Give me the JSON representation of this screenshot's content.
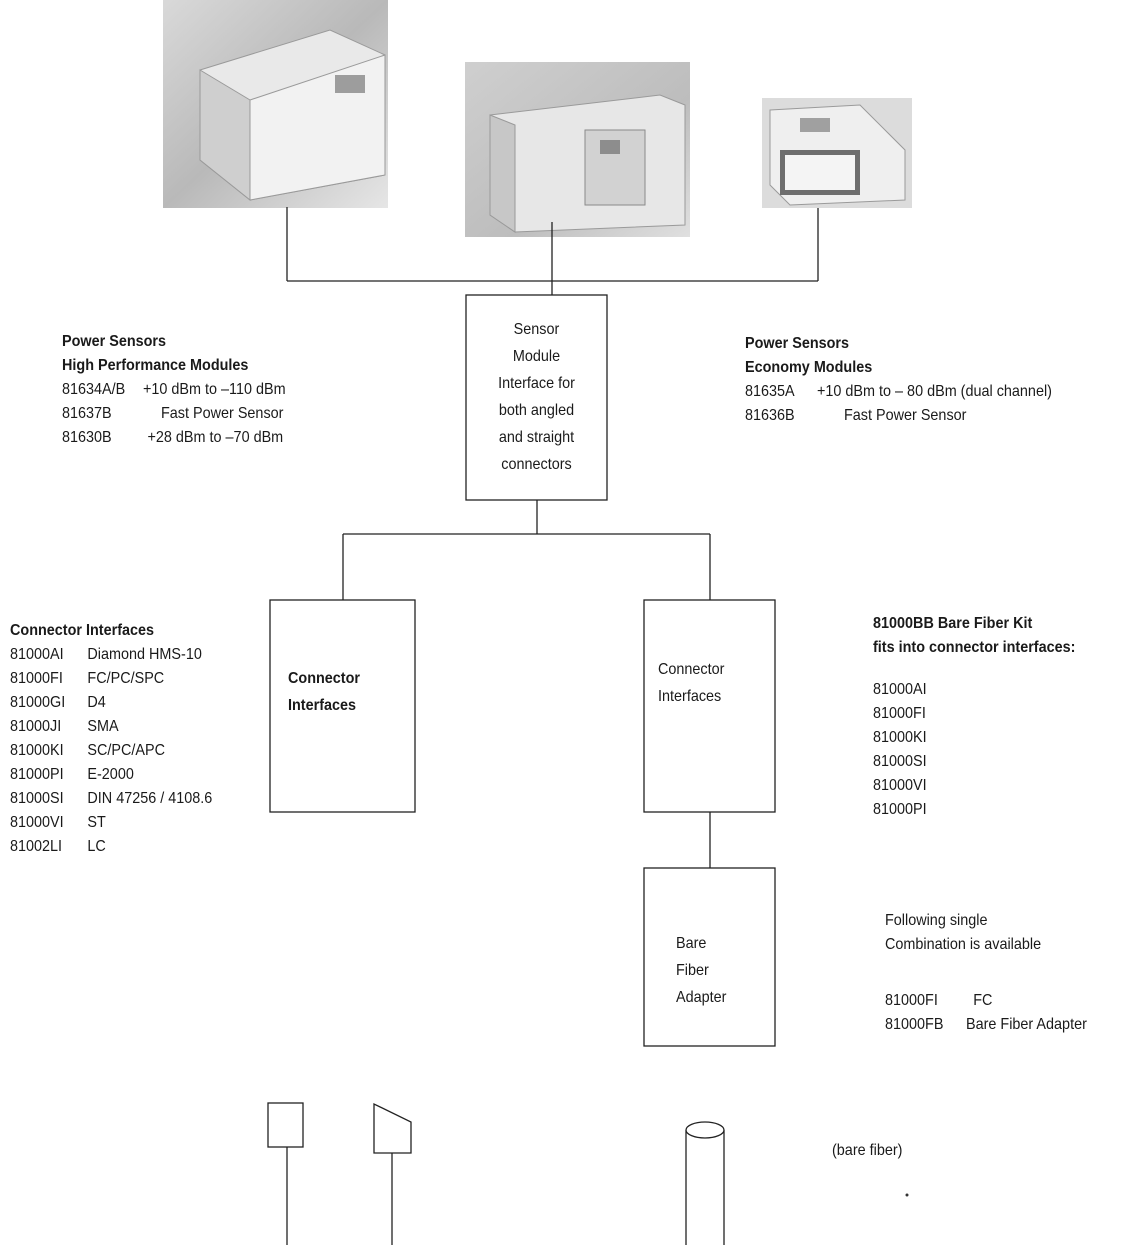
{
  "instruments": {
    "left": "instrument-photo",
    "middle": "instrument-photo",
    "right": "instrument-photo"
  },
  "sensor_module_box": {
    "lines": [
      "Sensor",
      "Module",
      "Interface for",
      "both angled",
      "and straight",
      "connectors"
    ]
  },
  "power_sensors_high": {
    "title_line1": "Power Sensors",
    "title_line2": "High Performance Modules",
    "rows": [
      {
        "model": "81634A/B",
        "desc": "+10 dBm to –110 dBm"
      },
      {
        "model": "81637B",
        "desc": "Fast Power Sensor"
      },
      {
        "model": "81630B",
        "desc": "+28 dBm to –70 dBm"
      }
    ]
  },
  "power_sensors_economy": {
    "title_line1": "Power Sensors",
    "title_line2": "Economy Modules",
    "rows": [
      {
        "model": "81635A",
        "desc": "+10 dBm to – 80 dBm (dual channel)"
      },
      {
        "model": "81636B",
        "desc": "Fast Power Sensor"
      }
    ]
  },
  "connector_interfaces_list": {
    "title": "Connector Interfaces",
    "rows": [
      {
        "code": "81000AI",
        "name": "Diamond HMS-10"
      },
      {
        "code": "81000FI",
        "name": "FC/PC/SPC"
      },
      {
        "code": "81000GI",
        "name": "D4"
      },
      {
        "code": "81000JI",
        "name": "SMA"
      },
      {
        "code": "81000KI",
        "name": "SC/PC/APC"
      },
      {
        "code": "81000PI",
        "name": "E-2000"
      },
      {
        "code": "81000SI",
        "name": "DIN 47256 / 4108.6"
      },
      {
        "code": "81000VI",
        "name": "ST"
      },
      {
        "code": "81002LI",
        "name": "LC"
      }
    ]
  },
  "left_connector_box": {
    "lines": [
      "Connector",
      "Interfaces"
    ]
  },
  "right_connector_box": {
    "lines": [
      "Connector",
      "Interfaces"
    ]
  },
  "bare_fiber_box": {
    "lines": [
      "Bare",
      "Fiber",
      "Adapter"
    ]
  },
  "bare_fiber_kit": {
    "title_line1": "81000BB  Bare Fiber Kit",
    "title_line2": "fits into connector interfaces:",
    "codes": [
      "81000AI",
      "81000FI",
      "81000KI",
      "81000SI",
      "81000VI",
      "81000PI"
    ]
  },
  "combination": {
    "line1": "Following single",
    "line2": "Combination is available",
    "rows": [
      {
        "code": "81000FI",
        "name": "FC"
      },
      {
        "code": "81000FB",
        "name": "Bare Fiber Adapter"
      }
    ]
  },
  "bare_fiber_label": "(bare fiber)"
}
